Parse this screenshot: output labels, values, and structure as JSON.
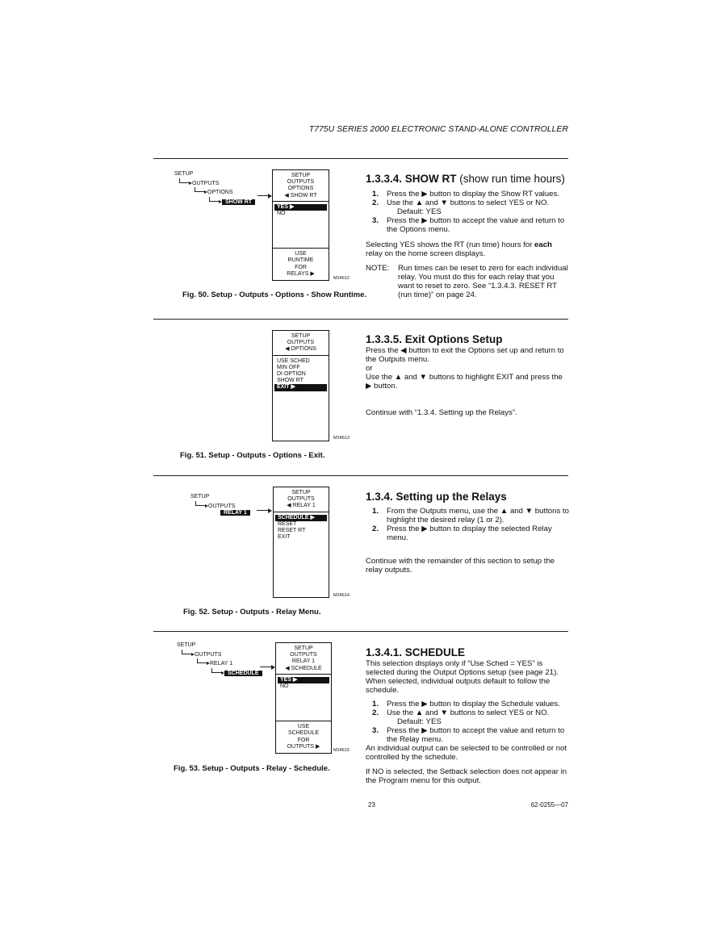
{
  "header": {
    "title": "T775U SERIES 2000 ELECTRONIC STAND-ALONE CONTROLLER"
  },
  "sections": [
    {
      "tree": [
        "SETUP",
        "OUTPUTS",
        "OPTIONS",
        "SHOW RT"
      ],
      "display": {
        "top": [
          "SETUP",
          "OUTPUTS",
          "OPTIONS",
          "◀ SHOW RT"
        ],
        "options": [
          "YES ▶",
          "NO"
        ],
        "bottom": [
          "USE",
          "RUNTIME",
          "FOR",
          "RELAYS ▶"
        ],
        "code": "M24612"
      },
      "figure": "Fig. 50. Setup - Outputs - Options - Show Runtime.",
      "heading_bold": "1.3.3.4. SHOW RT",
      "heading_normal": " (show run time hours)",
      "steps": [
        "Press the ▶ button to display the Show RT values.",
        "Use the ▲ and ▼ buttons to select YES or NO.",
        "Press the ▶ button to accept the value and return to the Options menu."
      ],
      "default": "Default: YES",
      "para_a": "Selecting YES shows the RT (run time) hours for ",
      "para_b": "each",
      "para_c": " relay on the home screen displays.",
      "note_label": "NOTE:",
      "note_text": "Run times can be reset to zero for each individual relay. You must do this for each relay that you want to reset to zero. See “1.3.4.3. RESET RT (run time)” on page 24."
    },
    {
      "display": {
        "top": [
          "SETUP",
          "OUTPUTS",
          "◀ OPTIONS"
        ],
        "options": [
          "USE SCHED",
          "MIN OFF",
          "DI OPTION",
          "SHOW RT",
          "EXIT ▶"
        ],
        "code": "M24613"
      },
      "figure": "Fig. 51. Setup - Outputs - Options - Exit.",
      "heading": "1.3.3.5. Exit Options Setup",
      "lines": [
        "Press the ◀ button to exit the Options set up and return to the Outputs menu.",
        "or",
        "Use the ▲ and ▼ buttons to highlight EXIT and press the ▶ button."
      ],
      "continue": "Continue with “1.3.4. Setting up the Relays”."
    },
    {
      "tree": [
        "SETUP",
        "OUTPUTS",
        "RELAY 1"
      ],
      "display": {
        "top": [
          "SETUP",
          "OUTPUTS",
          "◀ RELAY 1"
        ],
        "options": [
          "SCHEDULE ▶",
          "RESET",
          "RESET RT",
          "EXIT"
        ],
        "code": "M24614"
      },
      "figure": "Fig. 52. Setup - Outputs - Relay Menu.",
      "heading": "1.3.4. Setting up the Relays",
      "steps": [
        "From the Outputs menu, use the ▲ and ▼ buttons to highlight the desired relay (1 or 2).",
        "Press the ▶ button to display the selected Relay menu."
      ],
      "continue": "Continue with the remainder of this section to setup the relay outputs."
    },
    {
      "tree": [
        "SETUP",
        "OUTPUTS",
        "RELAY 1",
        "SCHEDULE"
      ],
      "display": {
        "top": [
          "SETUP",
          "OUTPUTS",
          "RELAY 1",
          "◀ SCHEDULE"
        ],
        "options": [
          "YES ▶",
          "NO"
        ],
        "bottom": [
          "USE",
          "SCHEDULE",
          "FOR",
          "OUTPUTS ▶"
        ],
        "code": "M24615"
      },
      "figure": "Fig. 53. Setup - Outputs - Relay - Schedule.",
      "heading": "1.3.4.1. SCHEDULE",
      "intro": "This selection displays only if “Use Sched = YES” is selected during the Output Options setup (see page 21). When selected, individual outputs default to follow the schedule.",
      "steps": [
        "Press the ▶ button to display the Schedule values.",
        "Use the ▲ and ▼ buttons to select YES or NO.",
        "Press the ▶ button to accept the value and return to the Relay menu."
      ],
      "default": "Default: YES",
      "para1": "An individual output can be selected to be controlled or not controlled by the schedule.",
      "para2": "If NO is selected, the Setback selection does not appear in the Program menu for this output."
    }
  ],
  "footer": {
    "page": "23",
    "doc": "62-0255—07"
  }
}
